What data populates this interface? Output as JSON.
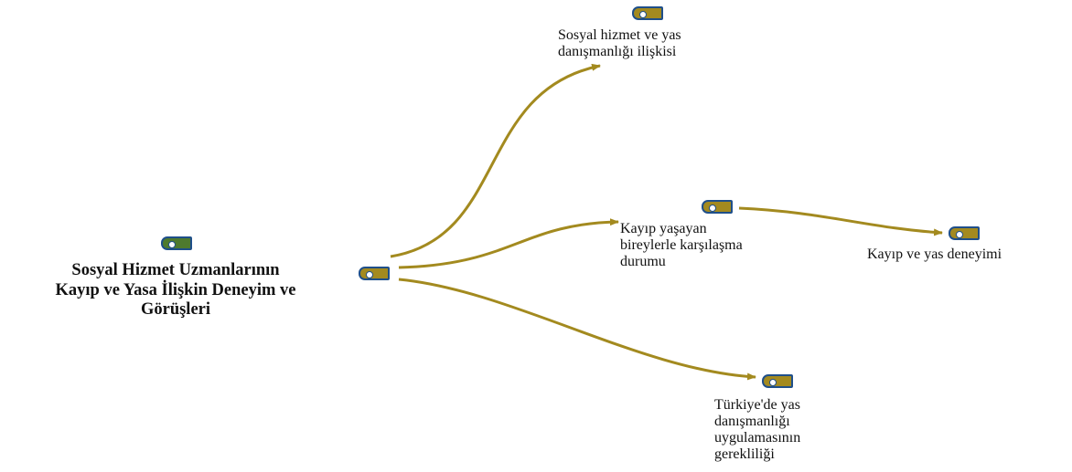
{
  "colors": {
    "edge": "#a38a1f",
    "tag_fill": "#a38a1f",
    "root_tag_fill": "#4e7a2e",
    "tag_border": "#1f4f8a"
  },
  "root": {
    "label": "Sosyal Hizmet Uzmanlarının\nKayıp ve Yasa İlişkin Deneyim ve\nGörüşleri",
    "icon": "code-tag-icon"
  },
  "hub": {
    "icon": "code-tag-icon"
  },
  "nodes": {
    "social_work_grief": {
      "label": "Sosyal hizmet ve yas\ndanışmanlığı ilişkisi",
      "icon": "code-tag-icon"
    },
    "encountering_grieving": {
      "label": "Kayıp yaşayan\nbireylerle karşılaşma\ndurumu",
      "icon": "code-tag-icon"
    },
    "loss_grief_experience": {
      "label": "Kayıp ve yas deneyimi",
      "icon": "code-tag-icon"
    },
    "necessity_turkey": {
      "label": "Türkiye'de yas\ndanışmanlığı\nuygulamasının\ngerekliliği",
      "icon": "code-tag-icon"
    }
  }
}
